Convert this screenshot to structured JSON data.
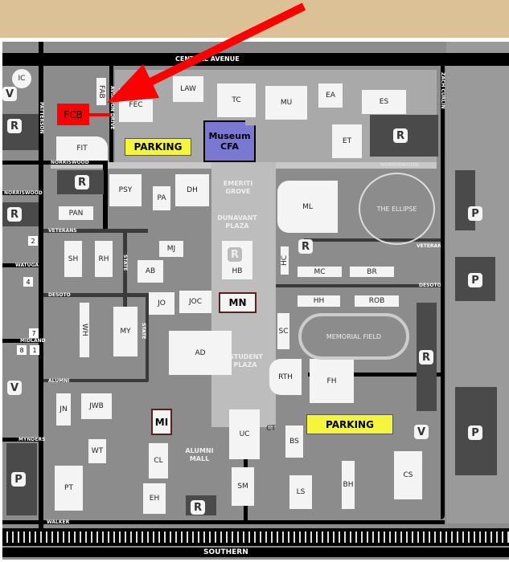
{
  "streets": {
    "central": "CENTRAL AVENUE",
    "patterson": "PATTERSON",
    "aviation": "AVIATION DRIVE",
    "norriswood": "NORRISWOOD",
    "veterans": "VETERANS",
    "watuga": "WATUGA",
    "desoto": "DESOTO",
    "midland": "MIDLAND",
    "alumni": "ALUMNI",
    "mynders": "MYNDERS",
    "walker": "WALKER",
    "southern": "SOUTHERN",
    "state": "STATE",
    "zach": "ZACH CURLIN"
  },
  "buildings": {
    "ic": "IC",
    "fab": "FAB",
    "fcb": "FCB",
    "fec": "FEC",
    "law": "LAW",
    "tc": "TC",
    "mu": "MU",
    "ea": "EA",
    "es": "ES",
    "et": "ET",
    "fit": "FIT",
    "museum": "Museum CFA",
    "psy": "PSY",
    "pa": "PA",
    "dh": "DH",
    "ml": "ML",
    "pan": "PAN",
    "hc": "HC",
    "mc": "MC",
    "br": "BR",
    "sh": "SH",
    "rh": "RH",
    "mj": "MJ",
    "ab": "AB",
    "hb": "HB",
    "jo": "JO",
    "joc": "JOC",
    "mn": "MN",
    "hh": "HH",
    "rob": "ROB",
    "wh": "WH",
    "my": "MY",
    "sc": "SC",
    "ad": "AD",
    "rth": "RTH",
    "fh": "FH",
    "jn": "JN",
    "jwb": "JWB",
    "wt": "WT",
    "pt": "PT",
    "cl": "CL",
    "eh": "EH",
    "mi": "MI",
    "uc": "UC",
    "ct": "CT",
    "bs": "BS",
    "sm": "SM",
    "ls": "LS",
    "bh": "BH",
    "cs": "CS"
  },
  "areas": {
    "emeriti": "EMERITI GROVE",
    "dunavant": "DUNAVANT PLAZA",
    "ellipse": "THE ELLIPSE",
    "memorial": "MEMORIAL FIELD",
    "student": "STUDENT PLAZA",
    "alumni_mall": "ALUMNI MALL"
  },
  "parking_labels": {
    "north": "PARKING",
    "south": "PARKING"
  },
  "symbols": {
    "r": "R",
    "p": "P",
    "v": "V"
  },
  "lot_numbers": [
    "2",
    "4",
    "7",
    "8",
    "1"
  ],
  "colors": {
    "highlight": "#ff0000",
    "museum": "#7b78d4",
    "parking": "#f5f53c",
    "banner": "#dcc196"
  }
}
